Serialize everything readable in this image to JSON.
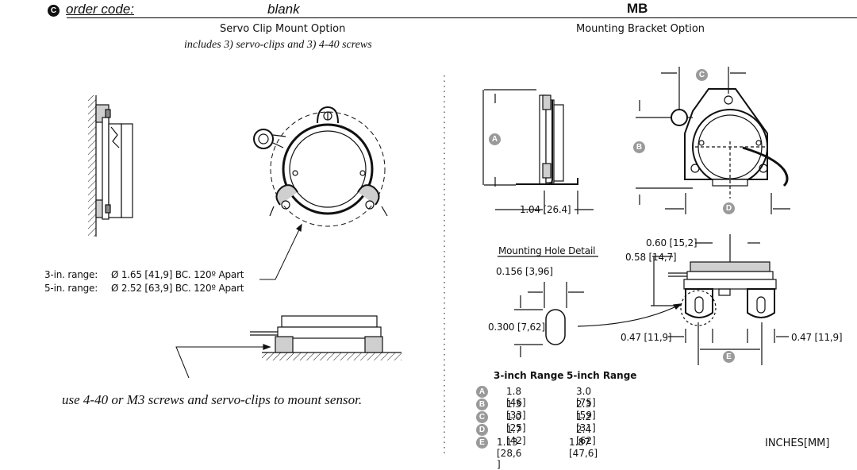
{
  "header": {
    "badge": "C",
    "order_code_label": "order code:",
    "code_servo": "blank",
    "code_bracket": "MB"
  },
  "servo": {
    "title": "Servo Clip Mount Option",
    "subtitle": "includes 3) servo-clips and 3) 4-40 screws",
    "range_3_label": "3-in. range:",
    "range_3_value": "Ø 1.65 [41,9] BC. 120º Apart",
    "range_5_label": "5-in. range:",
    "range_5_value": "Ø 2.52 [63,9] BC. 120º Apart",
    "note": "use 4-40 or M3 screws and servo-clips to mount sensor."
  },
  "bracket": {
    "title": "Mounting Bracket Option",
    "dim_width": "1.04 [26.4]",
    "hole_detail_title": "Mounting Hole Detail",
    "dim_hole_width": "0.156 [3,96]",
    "dim_hole_height": "0.300 [7,62]",
    "dim_060": "0.60 [15,2]",
    "dim_058": "0.58 [14,7]",
    "dim_047_left": "0.47 [11,9]",
    "dim_047_right": "0.47 [11,9]",
    "callouts": [
      "A",
      "B",
      "C",
      "D",
      "E"
    ]
  },
  "table": {
    "col_3": "3-inch Range",
    "col_5": "5-inch Range",
    "rows": [
      {
        "letter": "A",
        "v3": "1.8 [46]",
        "v5": "3.0 [75]"
      },
      {
        "letter": "B",
        "v3": "1.3 [33]",
        "v5": "2.3 [59]"
      },
      {
        "letter": "C",
        "v3": "1.0 [25]",
        "v5": "1.2 [31]"
      },
      {
        "letter": "D",
        "v3": "1.7 [42]",
        "v5": "2.4 [62]"
      },
      {
        "letter": "E",
        "v3": "1.13 [28,6 ]",
        "v5": "1.87 [47,6]"
      }
    ]
  },
  "units": "INCHES[MM]"
}
